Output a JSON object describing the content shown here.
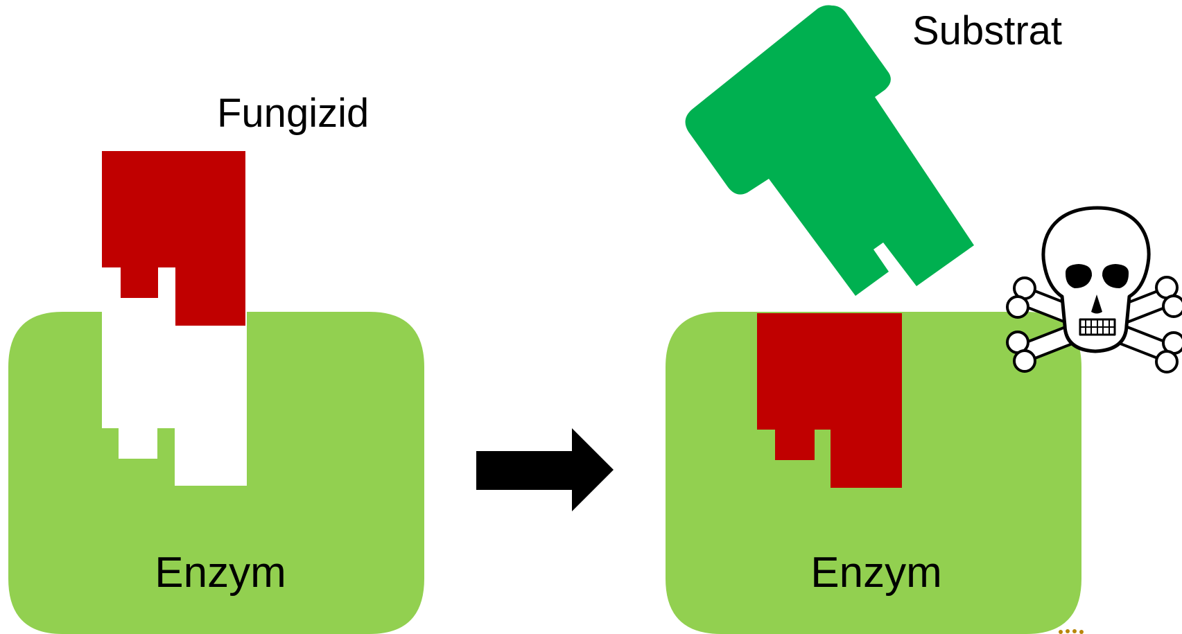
{
  "labels": {
    "fungicide": "Fungizid",
    "substrate": "Substrat",
    "enzyme_left": "Enzym",
    "enzyme_right": "Enzym"
  },
  "colors": {
    "enzyme": "#92d050",
    "fungicide": "#c00000",
    "substrate": "#00b050",
    "arrow": "#000000",
    "background": "#ffffff"
  },
  "icons": {
    "arrow": "right-arrow-icon",
    "toxic": "skull-crossbones-icon"
  }
}
